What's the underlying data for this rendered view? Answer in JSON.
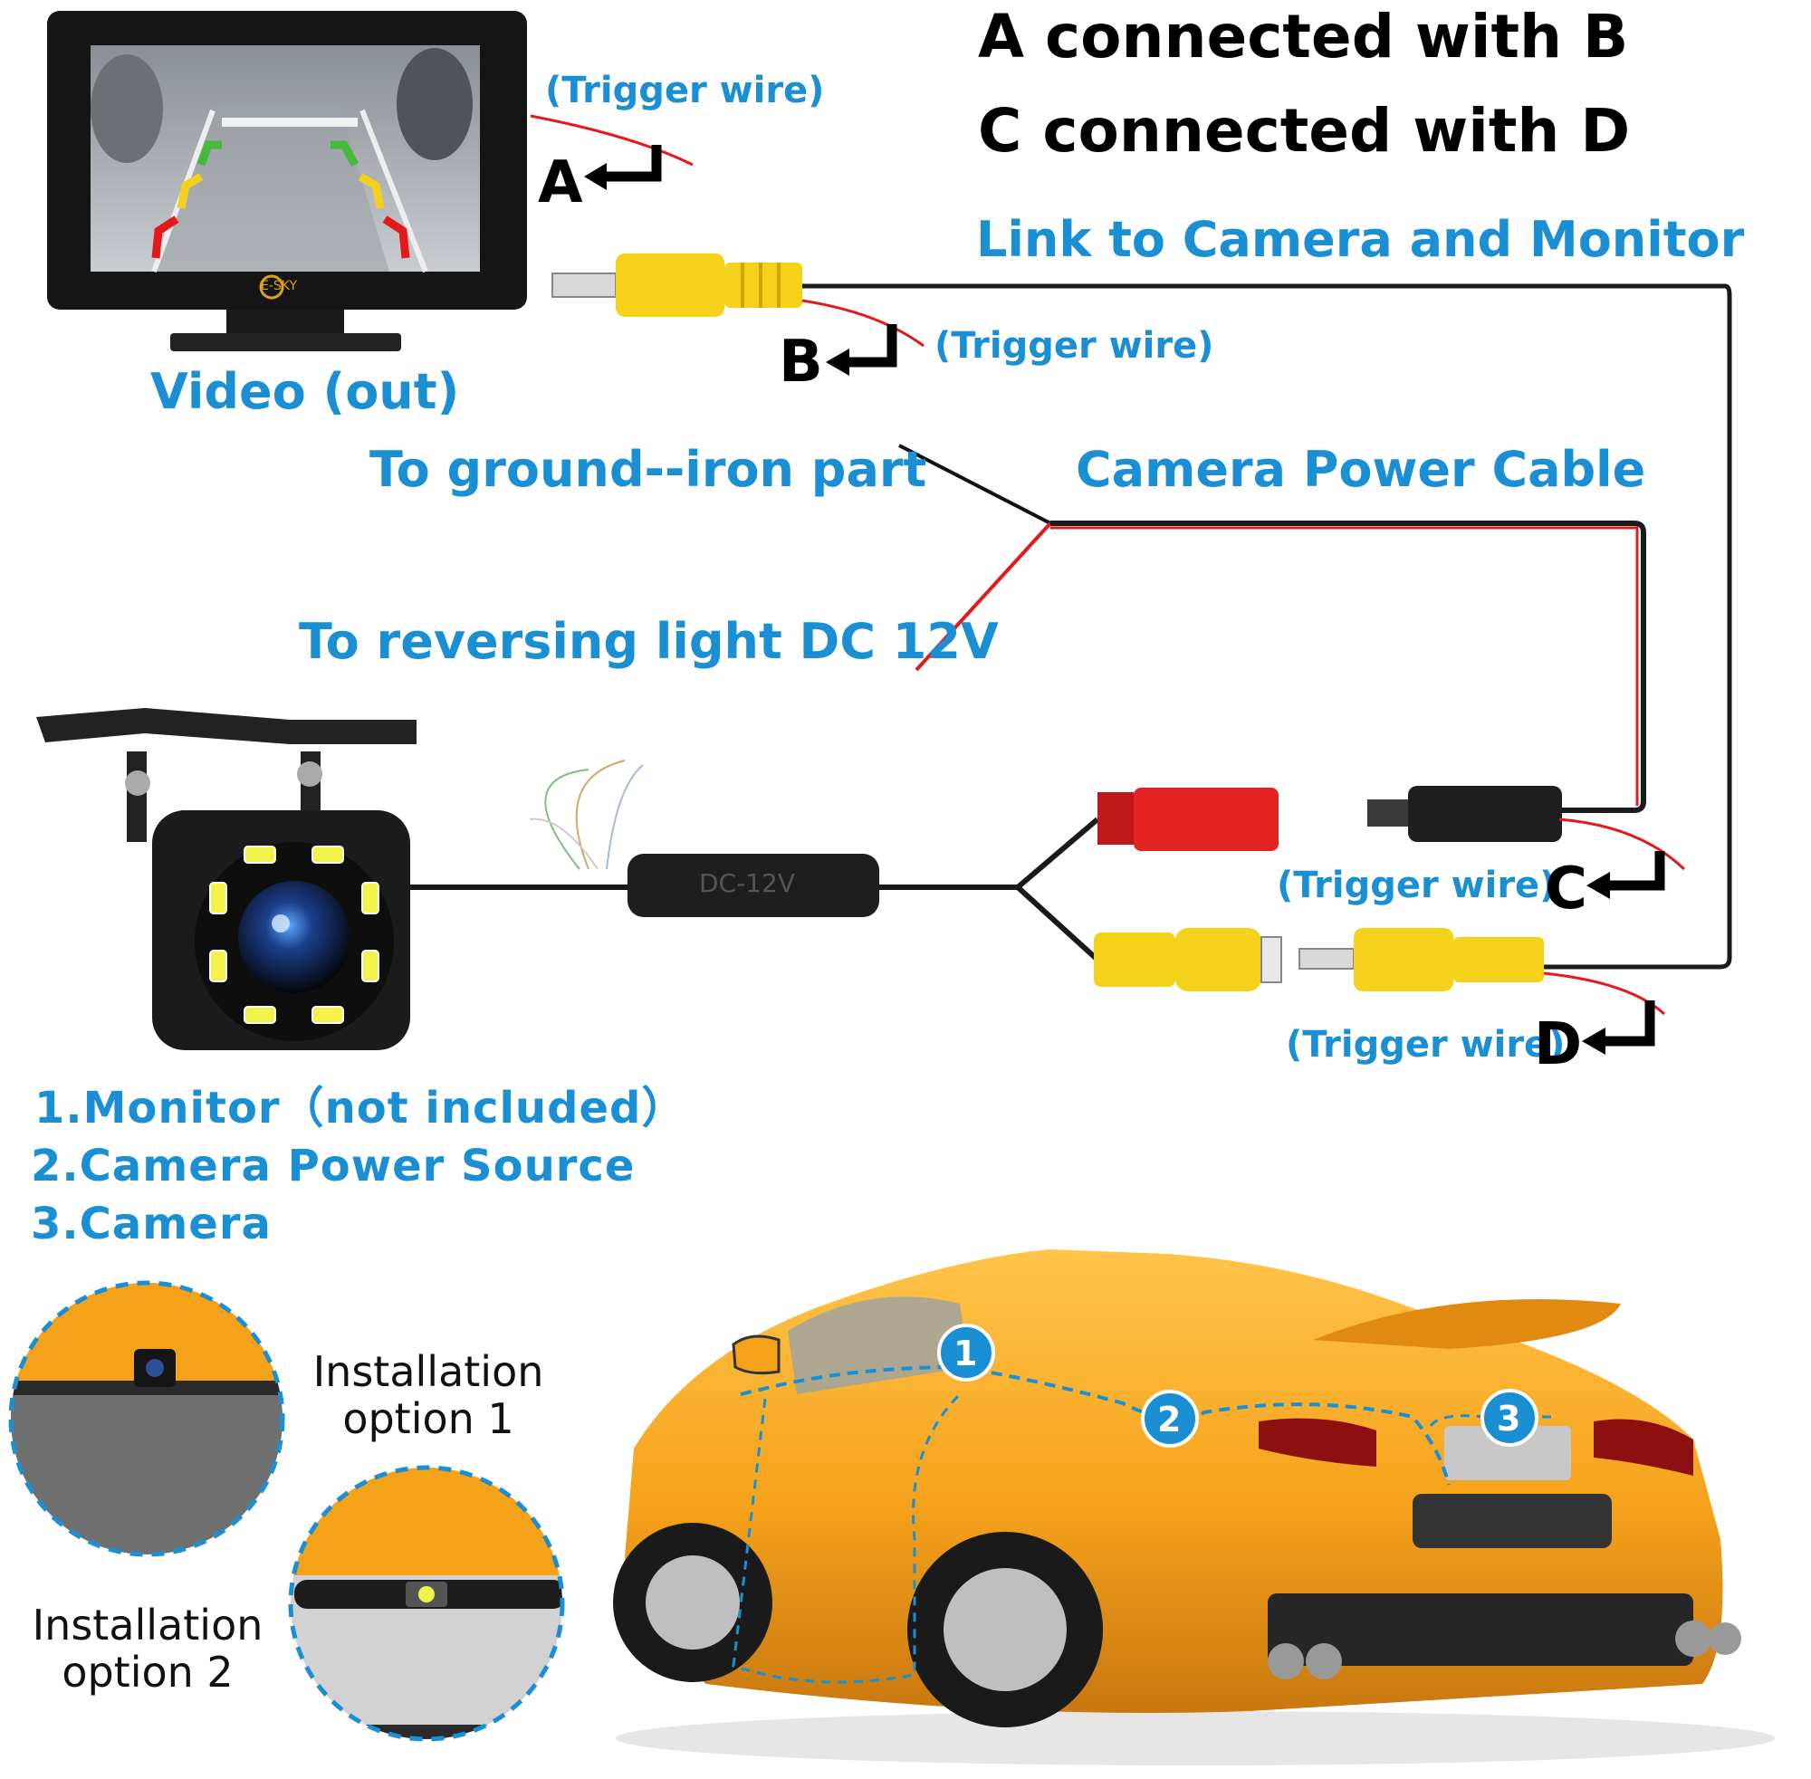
{
  "header": {
    "line1": "A connected with B",
    "line2": "C connected with D"
  },
  "labels": {
    "trigger_a": "(Trigger wire)",
    "trigger_b": "(Trigger wire)",
    "trigger_c": "(Trigger wire)",
    "trigger_d": "(Trigger wire)",
    "letter_a": "A",
    "letter_b": "B",
    "letter_c": "C",
    "letter_d": "D",
    "link": "Link to Camera and Monitor",
    "video_out": "Video (out)",
    "ground": "To ground--iron part",
    "power_cable": "Camera Power Cable",
    "reversing": "To reversing light DC 12V",
    "module": "DC-12V",
    "brand": "E-SKY"
  },
  "legend": [
    "1.Monitor（not included）",
    "2.Camera Power Source",
    "3.Camera"
  ],
  "installation": {
    "option1": [
      "Installation",
      "option 1"
    ],
    "option2": [
      "Installation",
      "option 2"
    ]
  },
  "markers": [
    "1",
    "2",
    "3"
  ],
  "colors": {
    "label_blue": "#1a8fd4",
    "wire_red": "#e3191b",
    "rca_yellow": "#f4d21a",
    "dc_red": "#e32222",
    "car_orange": "#f5a21b"
  }
}
